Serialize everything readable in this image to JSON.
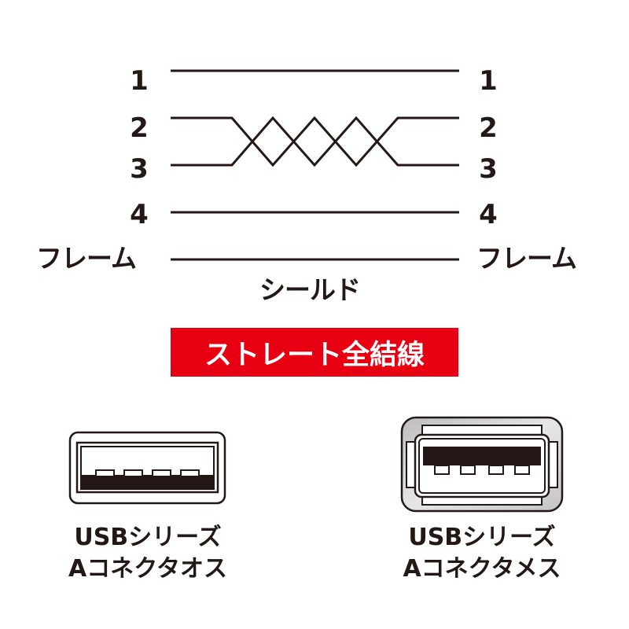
{
  "wiring": {
    "pins_left": [
      "1",
      "2",
      "3",
      "4"
    ],
    "pins_right": [
      "1",
      "2",
      "3",
      "4"
    ],
    "frame_left": "フレーム",
    "frame_right": "フレーム",
    "shield_label": "シールド",
    "note": "pins 2 and 3 are a twisted pair; 1, 4 and frame are straight"
  },
  "badge": {
    "label": "ストレート全結線",
    "color": "#e60012"
  },
  "connectors": [
    {
      "type": "male",
      "caption_line1": "USBシリーズ",
      "caption_line2": "Aコネクタオス"
    },
    {
      "type": "female",
      "caption_line1": "USBシリーズ",
      "caption_line2": "Aコネクタメス"
    }
  ],
  "colors": {
    "ink": "#231815",
    "accent_red": "#e60012",
    "connector_gray": "#cfcfcf"
  }
}
